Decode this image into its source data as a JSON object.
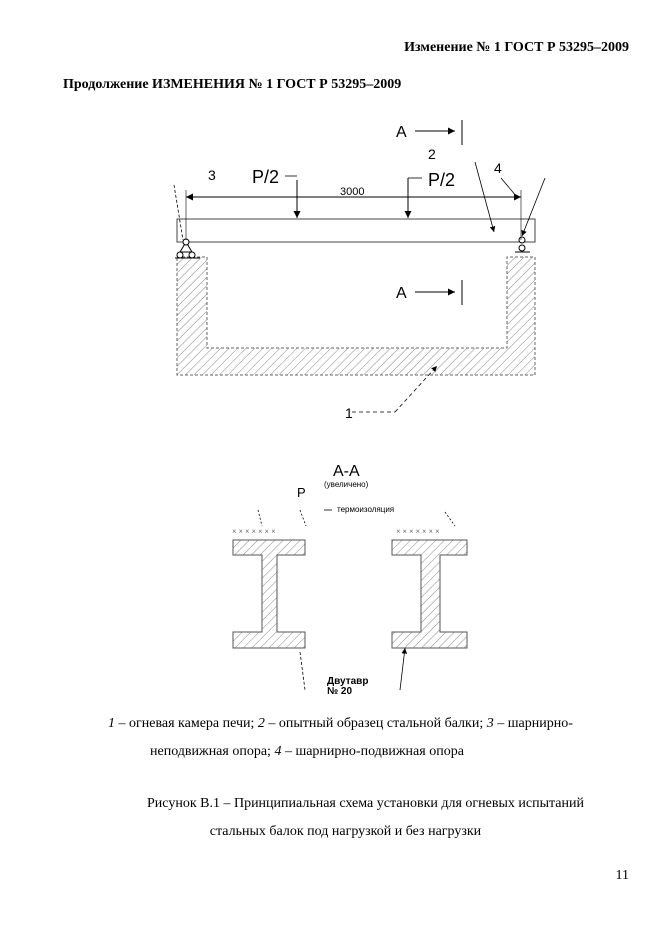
{
  "header": {
    "doc_ref": "Изменение № 1 ГОСТ Р 53295–2009",
    "continuation": "Продолжение ИЗМЕНЕНИЯ № 1 ГОСТ Р 53295–2009"
  },
  "diagram": {
    "top": {
      "section_label_top": "А",
      "section_label_bottom": "А",
      "callout_1": "1",
      "callout_2": "2",
      "callout_3": "3",
      "callout_4": "4",
      "load_left": "P/2",
      "load_right": "P/2",
      "span": "3000"
    },
    "section": {
      "title": "А-А",
      "subtitle": "(увеличено)",
      "load": "P",
      "insulation_label": "термоизоляция",
      "beam_label_line1": "Двутавр",
      "beam_label_line2": "№ 20"
    }
  },
  "legend": {
    "item1_num": "1",
    "item1_text": " – огневая камера печи; ",
    "item2_num": "2",
    "item2_text": " – опытный образец стальной балки; ",
    "item3_num": "3",
    "item3_text": " – шарнирно-",
    "item3_text_cont": "неподвижная опора; ",
    "item4_num": "4",
    "item4_text": " – шарнирно-подвижная опора"
  },
  "caption": {
    "line1": "Рисунок В.1 – Принципиальная схема установки для огневых испытаний",
    "line2": "стальных балок под нагрузкой и без нагрузки"
  },
  "page_number": "11"
}
